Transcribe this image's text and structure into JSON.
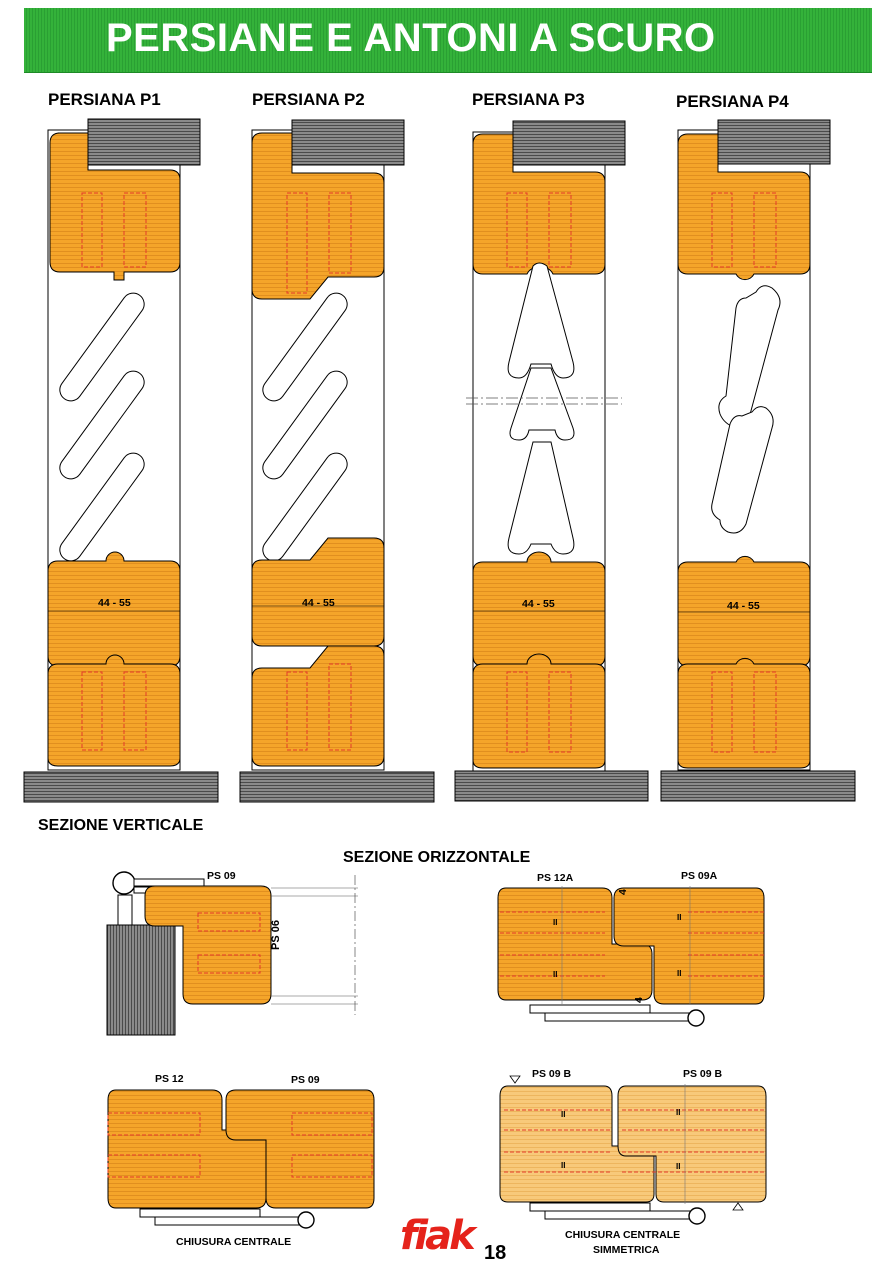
{
  "header": {
    "title": "PERSIANE E ANTONI A SCURO"
  },
  "profiles": [
    {
      "name": "PERSIANA  P1",
      "dimension": "44 - 55"
    },
    {
      "name": "PERSIANA  P2",
      "dimension": "44 - 55"
    },
    {
      "name": "PERSIANA  P3",
      "dimension": "44 - 55"
    },
    {
      "name": "PERSIANA  P4",
      "dimension": "44 - 55"
    }
  ],
  "sections": {
    "vertical": "SEZIONE VERTICALE",
    "horizontal": "SEZIONE ORIZZONTALE"
  },
  "horizontal_details": {
    "hinge": {
      "profile": "PS 09",
      "rotated_label": "PS 06"
    },
    "rebate": {
      "left": "PS 12A",
      "right": "PS 09A",
      "gap_top": "4",
      "gap_bottom": "4"
    },
    "central": {
      "left": "PS 12",
      "right": "PS 09",
      "caption": "CHIUSURA  CENTRALE"
    },
    "symmetric": {
      "left": "PS 09 B",
      "right": "PS 09 B",
      "caption_line1": "CHIUSURA  CENTRALE",
      "caption_line2": "SIMMETRICA"
    },
    "marker": "II"
  },
  "footer": {
    "logo": "fiak",
    "page_number": "18"
  },
  "colors": {
    "wood": "#f4a62a",
    "wood_light": "#f7c565",
    "green": "#2ea836",
    "frame": "#6e6e6e",
    "dash": "#e43a2a"
  }
}
